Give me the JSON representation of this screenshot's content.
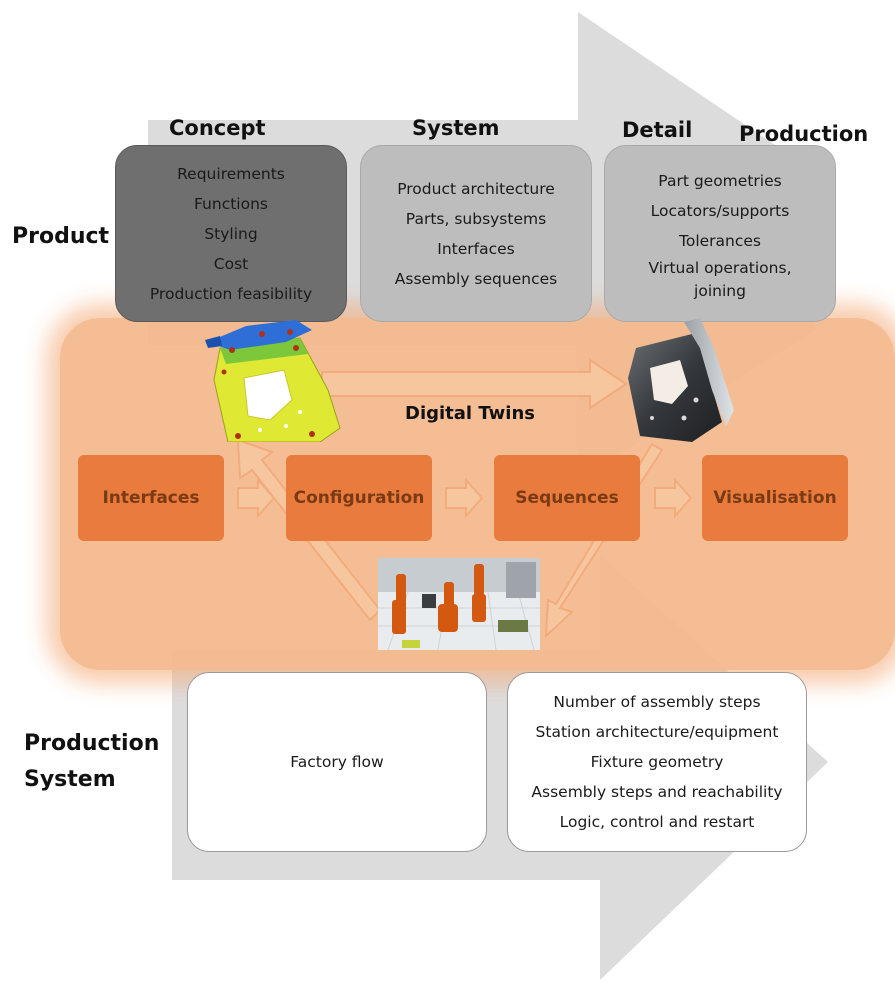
{
  "stages": {
    "concept": "Concept",
    "system": "System",
    "detail": "Detail",
    "production": "Production"
  },
  "rows": {
    "product": "Product",
    "production_system_line1": "Production",
    "production_system_line2": "System"
  },
  "cards": {
    "concept": [
      "Requirements",
      "Functions",
      "Styling",
      "Cost",
      "Production feasibility"
    ],
    "system": [
      "Product architecture",
      "Parts, subsystems",
      "Interfaces",
      "Assembly sequences"
    ],
    "detail": [
      "Part geometries",
      "Locators/supports",
      "Tolerances",
      "Virtual operations,",
      "joining"
    ],
    "factory": [
      "Factory flow"
    ],
    "station": [
      "Number of assembly steps",
      "Station architecture/equipment",
      "Fixture geometry",
      "Assembly steps and reachability",
      "Logic, control and restart"
    ]
  },
  "digital_twins": {
    "title": "Digital Twins",
    "steps": [
      "Interfaces",
      "Configuration",
      "Sequences",
      "Visualisation"
    ]
  },
  "colors": {
    "big_arrow": "#d9d9d9",
    "orange_band": "#f5b98c",
    "orange_box": "#e97b3d",
    "card_dark": "#6f6f6f",
    "card_light": "#bdbdbd"
  }
}
